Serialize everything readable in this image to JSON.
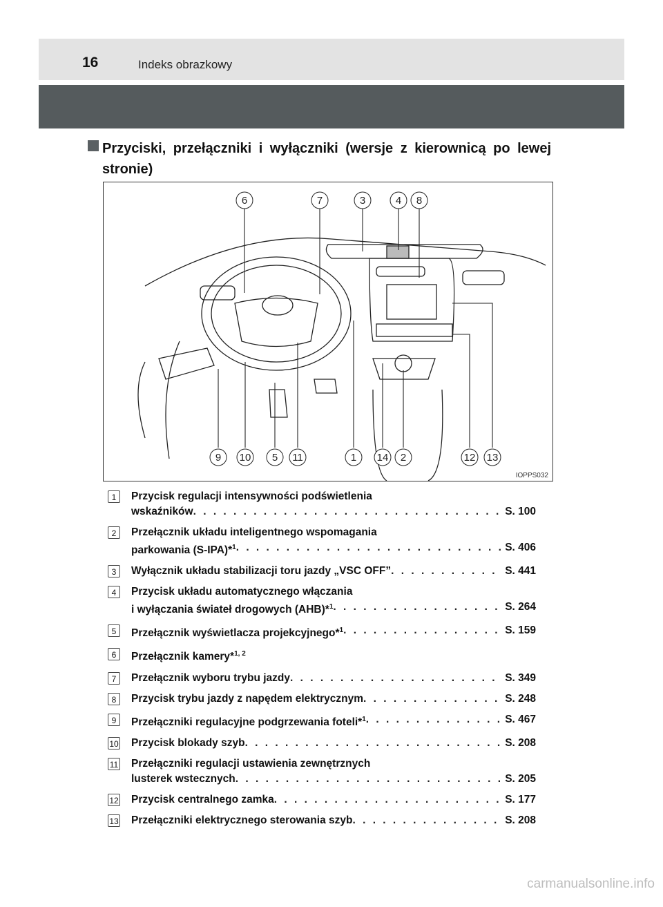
{
  "header": {
    "page_number": "16",
    "title": "Indeks obrazkowy"
  },
  "section": {
    "heading": "Przyciski, przełączniki i wyłączniki (wersje z kierownicą po lewej stronie)"
  },
  "figure": {
    "code": "IOPPS032",
    "callouts_top": [
      "6",
      "7",
      "3",
      "4",
      "8"
    ],
    "callouts_bottom": [
      "9",
      "10",
      "5",
      "11",
      "1",
      "14",
      "2",
      "12",
      "13"
    ]
  },
  "items": [
    {
      "num": "1",
      "lines": [
        "Przycisk regulacji intensywności podświetlenia"
      ],
      "last": "wskaźników",
      "page": "S. 100"
    },
    {
      "num": "2",
      "lines": [
        "Przełącznik układu inteligentnego wspomagania"
      ],
      "last": "parkowania (S-IPA)*",
      "sup": "1",
      "page": "S. 406"
    },
    {
      "num": "3",
      "lines": [],
      "last": "Wyłącznik układu stabilizacji toru jazdy „VSC OFF”",
      "page": "S. 441"
    },
    {
      "num": "4",
      "lines": [
        "Przycisk układu automatycznego włączania"
      ],
      "last": "i wyłączania świateł drogowych (AHB)*",
      "sup": "1",
      "page": "S. 264"
    },
    {
      "num": "5",
      "lines": [],
      "last": "Przełącznik wyświetlacza projekcyjnego*",
      "sup": "1",
      "page": "S. 159"
    },
    {
      "num": "6",
      "lines": [],
      "last": "Przełącznik kamery*",
      "sup": "1, 2",
      "page": ""
    },
    {
      "num": "7",
      "lines": [],
      "last": "Przełącznik wyboru trybu jazdy",
      "page": "S. 349"
    },
    {
      "num": "8",
      "lines": [],
      "last": "Przycisk trybu jazdy z napędem elektrycznym",
      "page": "S. 248"
    },
    {
      "num": "9",
      "lines": [],
      "last": "Przełączniki regulacyjne podgrzewania foteli*",
      "sup": "1",
      "page": "S. 467"
    },
    {
      "num": "10",
      "lines": [],
      "last": "Przycisk blokady szyb",
      "page": "S. 208"
    },
    {
      "num": "11",
      "lines": [
        "Przełączniki regulacji ustawienia zewnętrznych"
      ],
      "last": "lusterek wstecznych",
      "page": "S. 205"
    },
    {
      "num": "12",
      "lines": [],
      "last": "Przycisk centralnego zamka",
      "page": "S. 177"
    },
    {
      "num": "13",
      "lines": [],
      "last": "Przełączniki elektrycznego sterowania szyb",
      "page": "S. 208"
    }
  ],
  "watermark": "carmanualsonline.info"
}
